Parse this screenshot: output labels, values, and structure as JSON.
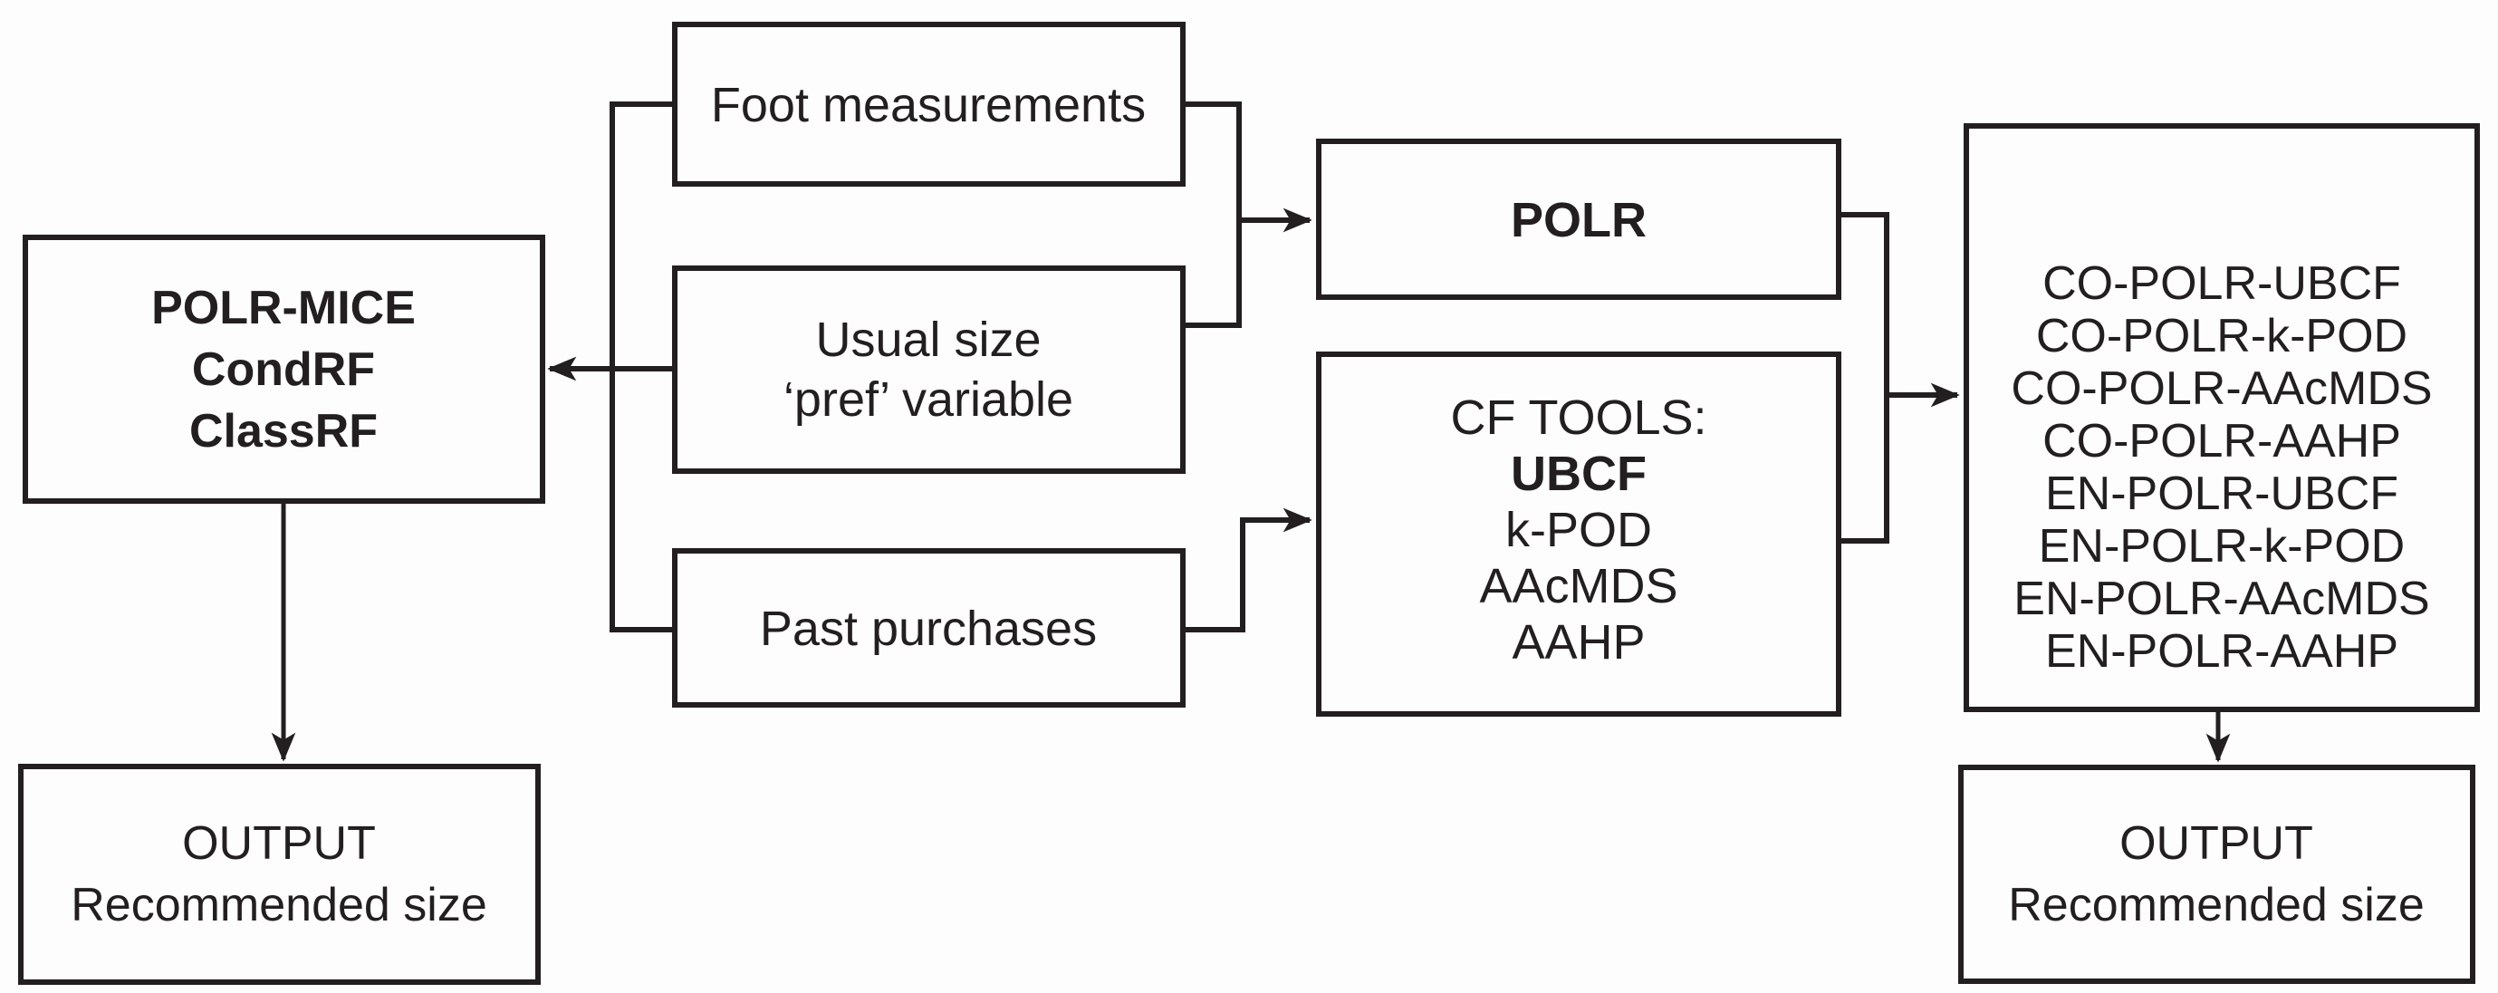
{
  "figure": {
    "type": "flowchart",
    "background_color": "#fdfdfd",
    "line_color": "#231f20",
    "text_color": "#231f20"
  },
  "boxes": {
    "models": {
      "lines": [
        "POLR-MICE",
        "CondRF",
        "ClassRF"
      ]
    },
    "foot": {
      "label": "Foot measurements"
    },
    "usual": {
      "lines": [
        "Usual size",
        "‘pref’ variable"
      ]
    },
    "past": {
      "label": "Past purchases"
    },
    "polr": {
      "label": "POLR"
    },
    "cf_tools": {
      "lines": [
        "CF TOOLS:",
        "UBCF",
        "k-POD",
        "AAcMDS",
        "AAHP"
      ]
    },
    "combinations": {
      "lines": [
        "CO-POLR-UBCF",
        "CO-POLR-k-POD",
        "CO-POLR-AAcMDS",
        "CO-POLR-AAHP",
        "EN-POLR-UBCF",
        "EN-POLR-k-POD",
        "EN-POLR-AAcMDS",
        "EN-POLR-AAHP"
      ]
    },
    "output_left": {
      "lines": [
        "OUTPUT",
        "Recommended size"
      ]
    },
    "output_right": {
      "lines": [
        "OUTPUT",
        "Recommended size"
      ]
    }
  }
}
